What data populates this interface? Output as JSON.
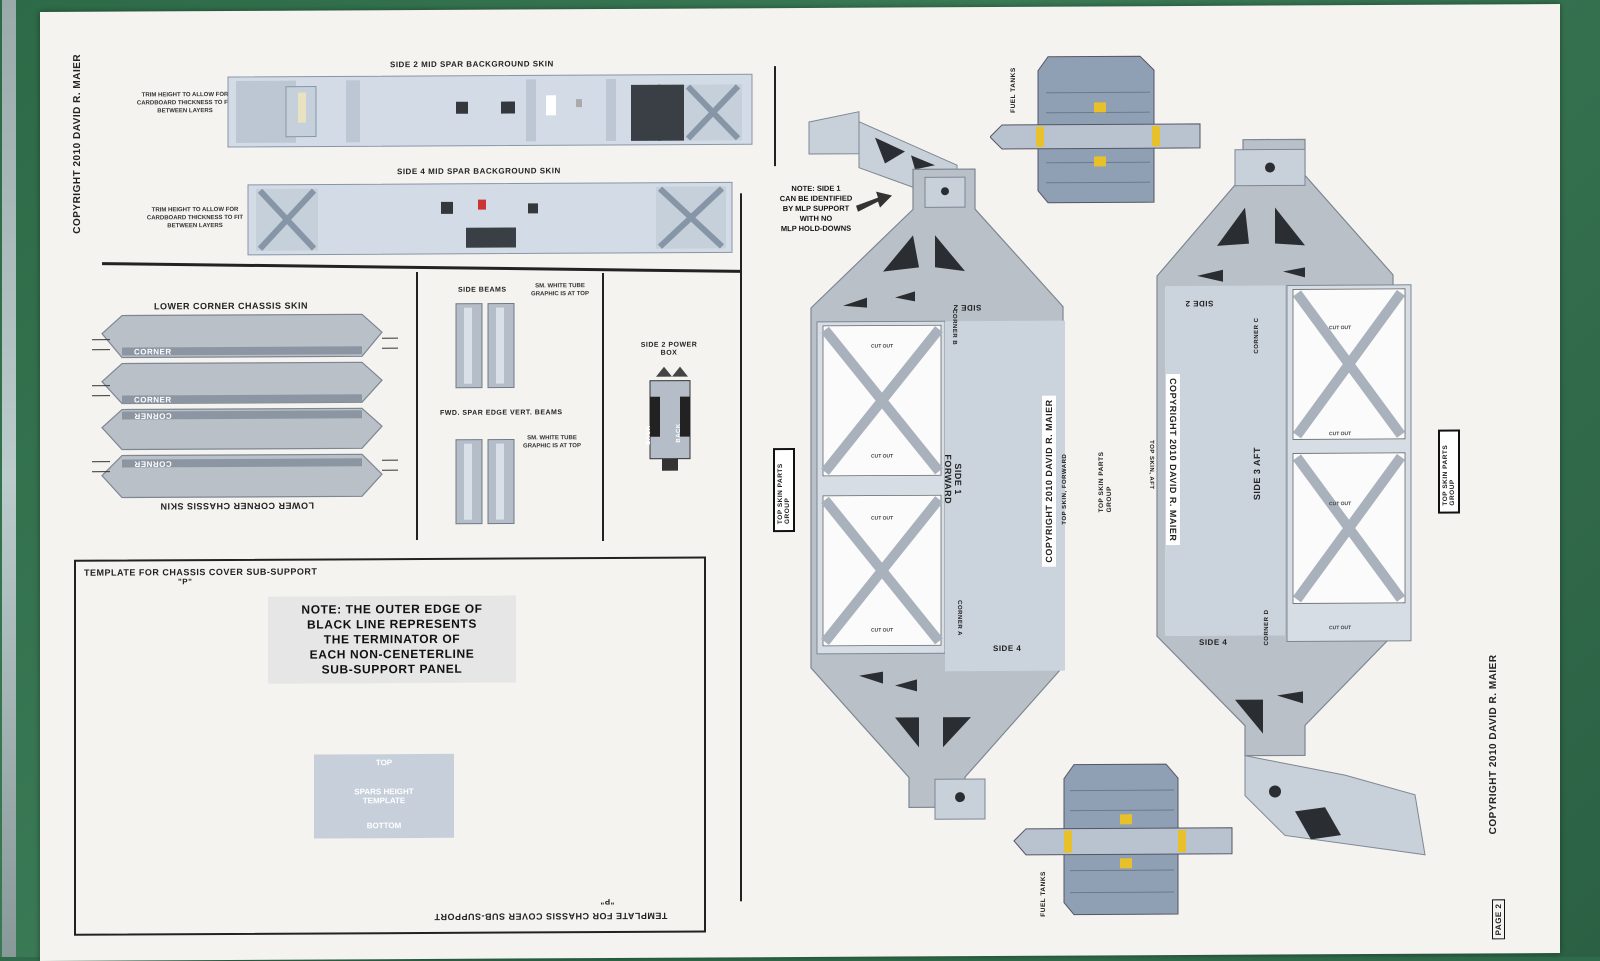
{
  "copyright_left": "COPYRIGHT 2010 DAVID R. MAIER",
  "copyright_right": "COPYRIGHT 2010 DAVID R. MAIER",
  "side2_title": "SIDE 2 MID SPAR BACKGROUND SKIN",
  "side4_title": "SIDE 4 MID SPAR BACKGROUND SKIN",
  "trim_note": "TRIM HEIGHT TO ALLOW FOR CARDBOARD THICKNESS TO FIT BETWEEN LAYERS",
  "trim_note2": "TRIM HEIGHT TO ALLOW FOR CARDBOARD THICKNESS TO FIT BETWEEN LAYERS",
  "lower_corner_title": "LOWER CORNER CHASSIS SKIN",
  "lower_corner_title_flipped": "LOWER CORNER CHASSIS SKIN",
  "corner_labels": [
    "CORNER",
    "CORNER",
    "CORNER",
    "CORNER"
  ],
  "side_beams": "SIDE BEAMS",
  "white_tube_1": "SM. WHITE TUBE GRAPHIC IS AT TOP",
  "fwd_spar": "FWD. SPAR EDGE VERT. BEAMS",
  "white_tube_2": "SM. WHITE TUBE GRAPHIC IS AT TOP",
  "power_box": "SIDE 2 POWER BOX",
  "back_labels": [
    "BACK",
    "BACK"
  ],
  "template_title": "TEMPLATE FOR CHASSIS COVER SUB-SUPPORT",
  "template_p": "\"P\"",
  "template_title_flipped": "TEMPLATE FOR CHASSIS COVER SUB-SUPPORT",
  "template_p_flipped": "\"P\"",
  "note_outer_edge": [
    "NOTE: THE OUTER EDGE OF",
    "BLACK LINE REPRESENTS",
    "THE TERMINATOR OF",
    "EACH NON-CENETERLINE",
    "SUB-SUPPORT PANEL"
  ],
  "spars_template": {
    "top": "TOP",
    "middle": "SPARS HEIGHT TEMPLATE",
    "bottom": "BOTTOM"
  },
  "note_side1": [
    "NOTE: SIDE 1",
    "CAN BE IDENTIFIED",
    "BY MLP SUPPORT",
    "WITH NO",
    "MLP HOLD-DOWNS"
  ],
  "fuel_tanks_top": "FUEL TANKS",
  "fuel_tanks_bottom": "FUEL TANKS",
  "top_skin_group_left": "TOP SKIN PARTS GROUP",
  "top_skin_group_right": "TOP SKIN PARTS GROUP",
  "top_skin_group_mid": "TOP SKIN PARTS GROUP",
  "fwd_panel": {
    "side_top": "SIDE 2",
    "side_bottom": "SIDE 4",
    "side_main": "SIDE 1 FORWARD",
    "corner_top": "CORNER B",
    "corner_bottom": "CORNER A",
    "copyright": "COPYRIGHT 2010 DAVID R. MAIER",
    "label": "TOP SKIN, FORWARD",
    "cut_out": "CUT OUT"
  },
  "aft_panel": {
    "side_top": "SIDE 2",
    "side_bottom": "SIDE 4",
    "side_main": "SIDE 3 AFT",
    "corner_top": "CORNER C",
    "corner_bottom": "CORNER D",
    "copyright": "COPYRIGHT 2010 DAVID R. MAIER",
    "label": "TOP SKIN, AFT",
    "cut_out": "CUT OUT"
  },
  "page_label": "PAGE 2"
}
